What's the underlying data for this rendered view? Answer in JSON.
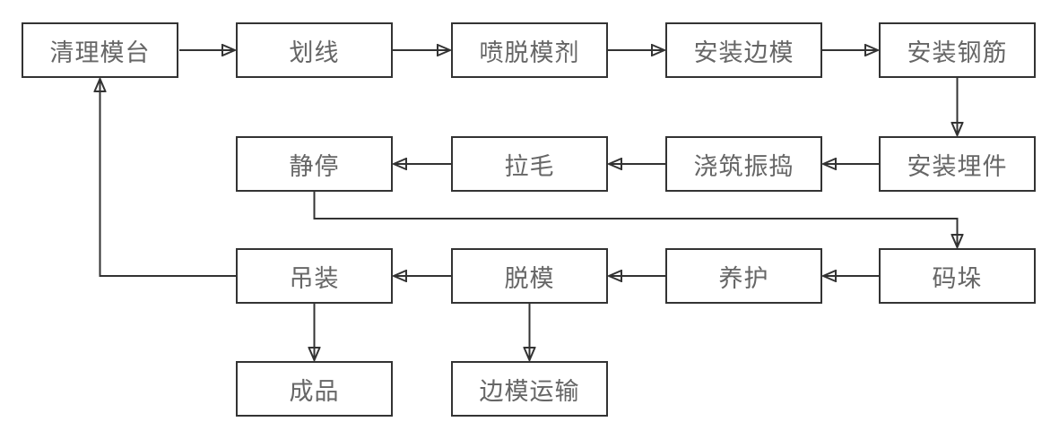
{
  "diagram": {
    "type": "flowchart",
    "background_color": "#ffffff",
    "line_color": "#333333",
    "text_color": "#666666",
    "nodes": [
      {
        "id": "clean-mold-platform",
        "label": "清理模台"
      },
      {
        "id": "marking",
        "label": "划线"
      },
      {
        "id": "spray-release-agent",
        "label": "喷脱模剂"
      },
      {
        "id": "install-side-forms",
        "label": "安装边模"
      },
      {
        "id": "install-rebar",
        "label": "安装钢筋"
      },
      {
        "id": "install-embeds",
        "label": "安装埋件"
      },
      {
        "id": "pour-vibrate",
        "label": "浇筑振捣"
      },
      {
        "id": "roughening",
        "label": "拉毛"
      },
      {
        "id": "resting",
        "label": "静停"
      },
      {
        "id": "stacking",
        "label": "码垛"
      },
      {
        "id": "curing",
        "label": "养护"
      },
      {
        "id": "demolding",
        "label": "脱模"
      },
      {
        "id": "hoisting",
        "label": "吊装"
      },
      {
        "id": "finished-product",
        "label": "成品"
      },
      {
        "id": "side-form-transport",
        "label": "边模运输"
      }
    ],
    "edges": [
      {
        "from": "清理模台",
        "to": "划线"
      },
      {
        "from": "划线",
        "to": "喷脱模剂"
      },
      {
        "from": "喷脱模剂",
        "to": "安装边模"
      },
      {
        "from": "安装边模",
        "to": "安装钢筋"
      },
      {
        "from": "安装钢筋",
        "to": "安装埋件"
      },
      {
        "from": "安装埋件",
        "to": "浇筑振捣"
      },
      {
        "from": "浇筑振捣",
        "to": "拉毛"
      },
      {
        "from": "拉毛",
        "to": "静停"
      },
      {
        "from": "静停",
        "to": "码垛"
      },
      {
        "from": "码垛",
        "to": "养护"
      },
      {
        "from": "养护",
        "to": "脱模"
      },
      {
        "from": "脱模",
        "to": "吊装"
      },
      {
        "from": "吊装",
        "to": "清理模台"
      },
      {
        "from": "吊装",
        "to": "成品"
      },
      {
        "from": "脱模",
        "to": "边模运输"
      }
    ]
  }
}
